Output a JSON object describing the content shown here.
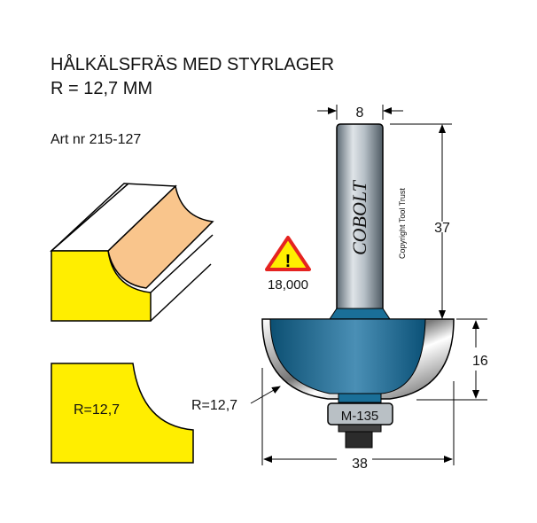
{
  "title": "HÅLKÄLSFRÄS MED STYRLAGER",
  "subtitle": "R = 12,7 MM",
  "article": "Art nr 215-127",
  "profile_label": "R=12,7",
  "radius_label": "R=12,7",
  "warning": {
    "icon": "warning-triangle-icon",
    "glyph": "!",
    "rpm": "18,000"
  },
  "brand": "COBOLT",
  "copyright": "Copyright Tool Trust",
  "bearing_label": "M-135",
  "dimensions": {
    "shank_diameter": "8",
    "shank_length": "37",
    "cut_height": "16",
    "cut_diameter": "38"
  },
  "colors": {
    "yellow": "#ffee00",
    "orange": "#f9c58c",
    "blue": "#1a6f98",
    "red": "#e52320"
  }
}
